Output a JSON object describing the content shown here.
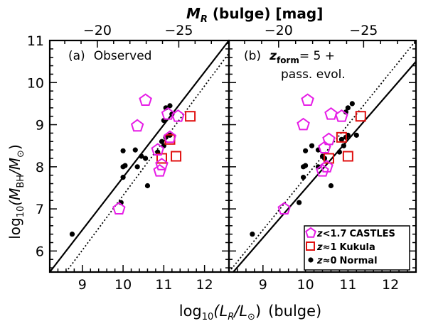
{
  "chart_data": {
    "type": "scatter",
    "x_axis": {
      "label_main": "log",
      "label_sub": "10",
      "label_rest": "(L",
      "label_r": "R",
      "label_slash": "/L",
      "label_sun": "⊙",
      "label_close": ")",
      "label_bulge": "(bulge)",
      "range": [
        8.2,
        12.6
      ],
      "ticks": [
        9,
        10,
        11,
        12
      ]
    },
    "y_axis": {
      "label_main": "log",
      "label_sub": "10",
      "label_m": "(M",
      "label_bh": "BH",
      "label_slash": "/M",
      "label_sun": "⊙",
      "label_close": ")",
      "range": [
        5.5,
        11.0
      ],
      "ticks": [
        6,
        7,
        8,
        9,
        10,
        11
      ]
    },
    "top_axis": {
      "label_m": "M",
      "label_r": "R",
      "label_rest": " (bulge) [mag]",
      "ticks": [
        -20,
        -25
      ]
    },
    "panels": [
      {
        "name": "panel-a",
        "label_a": "(a)",
        "label_text": "Observed",
        "line_solid": [
          [
            8.2,
            5.5
          ],
          [
            12.6,
            11.0
          ]
        ],
        "line_dotted": [
          [
            8.6,
            5.5
          ],
          [
            12.6,
            10.7
          ]
        ],
        "castles": [
          [
            9.9,
            7.0
          ],
          [
            10.35,
            8.97
          ],
          [
            10.55,
            9.58
          ],
          [
            10.85,
            8.4
          ],
          [
            10.95,
            8.05
          ],
          [
            10.9,
            7.9
          ],
          [
            11.1,
            9.25
          ],
          [
            11.15,
            8.7
          ],
          [
            11.35,
            9.2
          ]
        ],
        "kukula": [
          [
            11.15,
            8.65
          ],
          [
            11.3,
            8.25
          ],
          [
            11.65,
            9.2
          ],
          [
            10.95,
            8.2
          ]
        ],
        "normal": [
          [
            8.75,
            6.4
          ],
          [
            9.95,
            7.15
          ],
          [
            10.0,
            8.0
          ],
          [
            10.0,
            8.38
          ],
          [
            10.0,
            7.75
          ],
          [
            10.3,
            8.4
          ],
          [
            10.35,
            8.0
          ],
          [
            10.45,
            8.25
          ],
          [
            10.55,
            8.2
          ],
          [
            10.6,
            7.55
          ],
          [
            10.85,
            8.35
          ],
          [
            10.95,
            8.6
          ],
          [
            11.0,
            9.1
          ],
          [
            11.05,
            9.4
          ],
          [
            11.05,
            8.7
          ],
          [
            11.15,
            8.75
          ],
          [
            11.15,
            9.45
          ],
          [
            11.2,
            9.25
          ],
          [
            11.0,
            8.5
          ],
          [
            10.05,
            8.03
          ]
        ]
      },
      {
        "name": "panel-b",
        "label_b": "(b)",
        "label_z": "z",
        "label_form": "form",
        "label_eq": "= 5 +",
        "label_line2": "pass. evol.",
        "line_solid": [
          [
            8.3,
            5.5
          ],
          [
            12.6,
            10.5
          ]
        ],
        "line_dotted": [
          [
            8.2,
            5.5
          ],
          [
            12.6,
            11.0
          ]
        ],
        "castles": [
          [
            9.5,
            7.0
          ],
          [
            10.05,
            9.58
          ],
          [
            9.95,
            9.0
          ],
          [
            10.6,
            9.25
          ],
          [
            10.85,
            9.2
          ],
          [
            10.55,
            8.65
          ],
          [
            10.45,
            8.45
          ],
          [
            10.4,
            7.9
          ],
          [
            10.5,
            8.0
          ]
        ],
        "kukula": [
          [
            10.55,
            8.2
          ],
          [
            10.85,
            8.7
          ],
          [
            11.0,
            8.25
          ],
          [
            11.3,
            9.2
          ]
        ],
        "normal": [
          [
            8.75,
            6.4
          ],
          [
            9.85,
            7.15
          ],
          [
            9.95,
            7.75
          ],
          [
            9.95,
            8.0
          ],
          [
            10.0,
            8.38
          ],
          [
            10.3,
            8.4
          ],
          [
            10.3,
            8.0
          ],
          [
            10.4,
            8.25
          ],
          [
            10.45,
            8.2
          ],
          [
            10.6,
            7.55
          ],
          [
            10.8,
            8.35
          ],
          [
            10.85,
            8.65
          ],
          [
            10.95,
            9.3
          ],
          [
            11.0,
            9.4
          ],
          [
            10.95,
            8.7
          ],
          [
            11.0,
            8.75
          ],
          [
            11.1,
            9.5
          ],
          [
            11.2,
            8.75
          ],
          [
            10.9,
            8.5
          ],
          [
            10.0,
            8.03
          ],
          [
            10.15,
            8.5
          ]
        ]
      }
    ],
    "legend": {
      "placement": "bottom-right of panel (b)",
      "entries": [
        {
          "z": "z",
          "cond": "<1.7",
          "name": "CASTLES",
          "marker": "pentagon",
          "color": "#e61ce6"
        },
        {
          "z": "z",
          "cond": "≈1",
          "name": "Kukula",
          "marker": "square",
          "color": "#e01010"
        },
        {
          "z": "z",
          "cond": "≈0",
          "name": "Normal",
          "marker": "dot",
          "color": "#000000"
        }
      ]
    },
    "colors": {
      "castles": "#e61ce6",
      "kukula": "#e01010",
      "normal": "#000000"
    }
  }
}
